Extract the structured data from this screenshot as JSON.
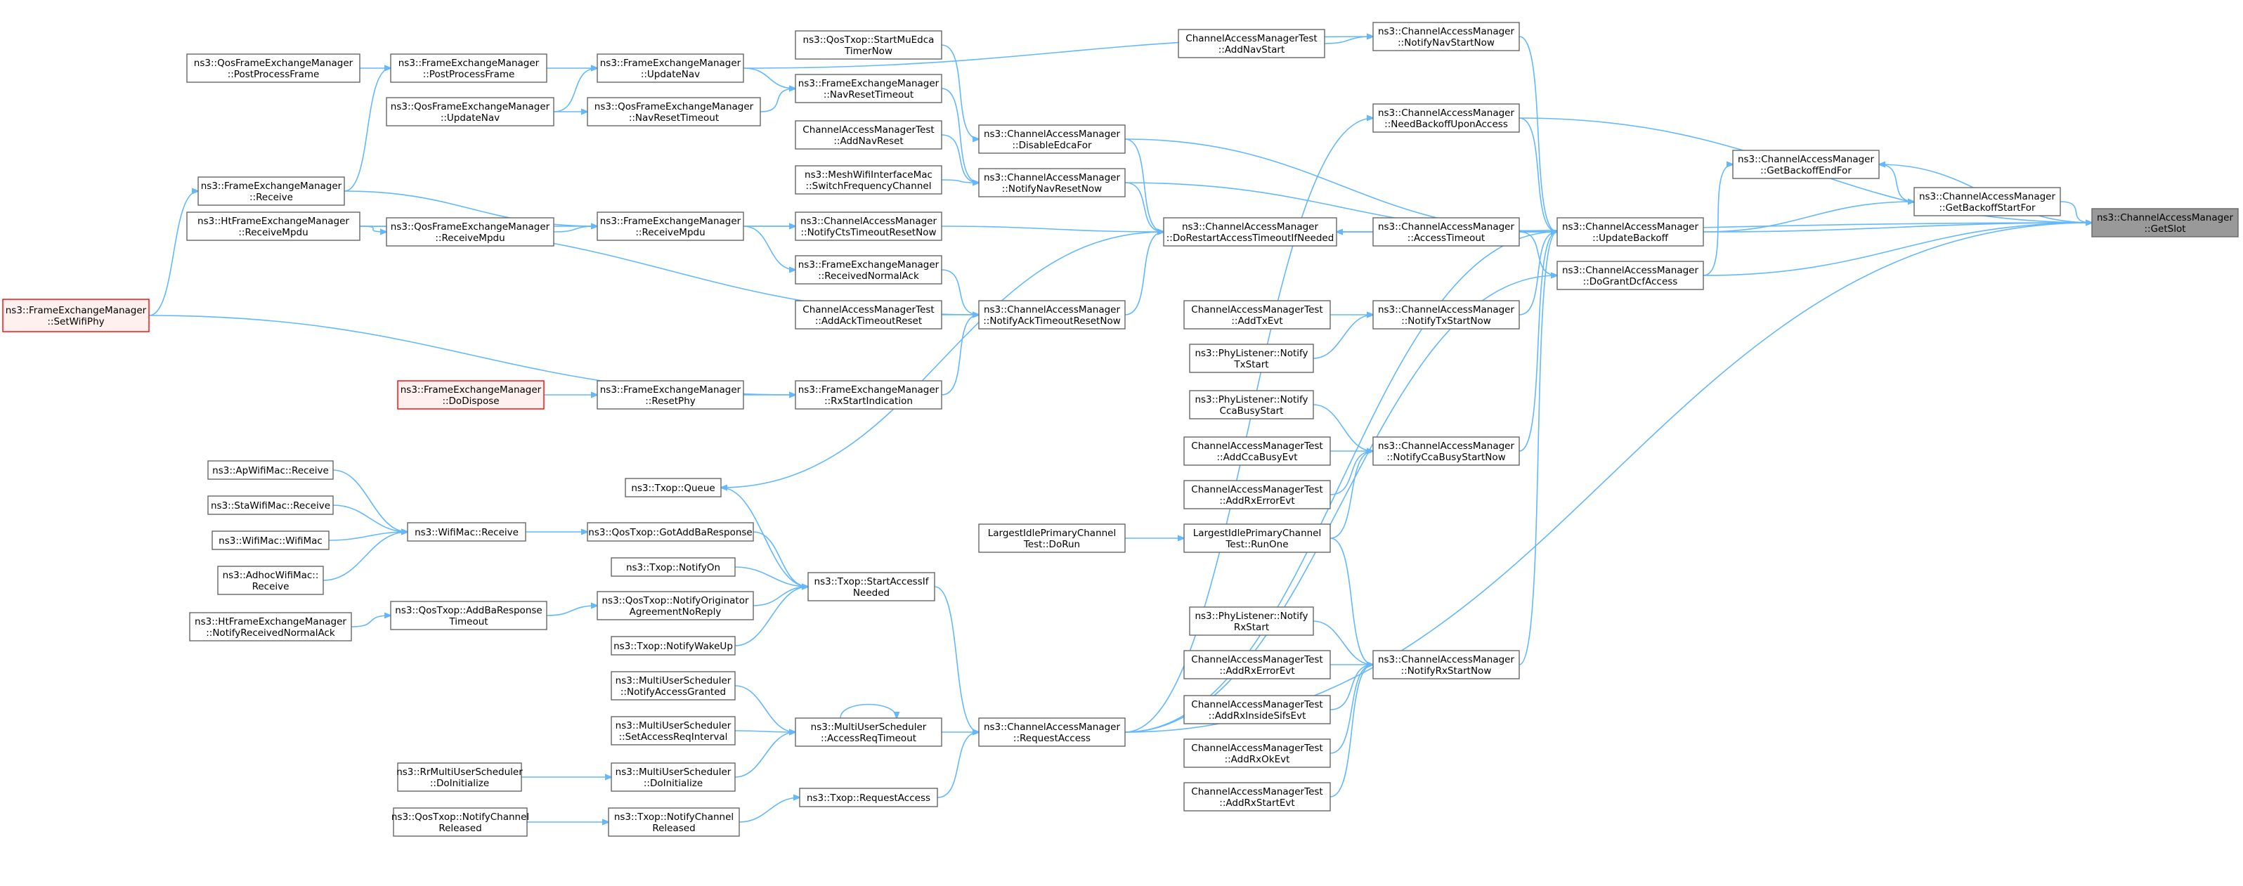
{
  "colors": {
    "edge": "#63b8ff",
    "node_border": "#666666",
    "root_fill": "#999999",
    "highlight_border": "#ff0000",
    "highlight_fill": "#fff0f0"
  },
  "nodes": {
    "n_getslot": [
      "ns3::ChannelAccessManager",
      "::GetSlot"
    ],
    "n_getbackoffstartfor": [
      "ns3::ChannelAccessManager",
      "::GetBackoffStartFor"
    ],
    "n_getbackoffendfor": [
      "ns3::ChannelAccessManager",
      "::GetBackoffEndFor"
    ],
    "n_updatebackoff": [
      "ns3::ChannelAccessManager",
      "::UpdateBackoff"
    ],
    "n_dograntdcfaccess": [
      "ns3::ChannelAccessManager",
      "::DoGrantDcfAccess"
    ],
    "n_notifynavstartnow": [
      "ns3::ChannelAccessManager",
      "::NotifyNavStartNow"
    ],
    "n_test_addnavstart": [
      "ChannelAccessManagerTest",
      "::AddNavStart"
    ],
    "n_needbackoffuponaccess": [
      "ns3::ChannelAccessManager",
      "::NeedBackoffUponAccess"
    ],
    "n_accesstimeout": [
      "ns3::ChannelAccessManager",
      "::AccessTimeout"
    ],
    "n_dorestart": [
      "ns3::ChannelAccessManager",
      "::DoRestartAccessTimeoutIfNeeded"
    ],
    "n_disableedcafor": [
      "ns3::ChannelAccessManager",
      "::DisableEdcaFor"
    ],
    "n_notifynavresetnow": [
      "ns3::ChannelAccessManager",
      "::NotifyNavResetNow"
    ],
    "n_notifyctstimeoutresetnow": [
      "ns3::ChannelAccessManager",
      "::NotifyCtsTimeoutResetNow"
    ],
    "n_notifyacktimeoutresetnow": [
      "ns3::ChannelAccessManager",
      "::NotifyAckTimeoutResetNow"
    ],
    "n_notifytxstartnow": [
      "ns3::ChannelAccessManager",
      "::NotifyTxStartNow"
    ],
    "n_notifyccabusystartnow": [
      "ns3::ChannelAccessManager",
      "::NotifyCcaBusyStartNow"
    ],
    "n_notifyrxstartnow": [
      "ns3::ChannelAccessManager",
      "::NotifyRxStartNow"
    ],
    "n_requestaccess": [
      "ns3::ChannelAccessManager",
      "::RequestAccess"
    ],
    "n_qostxop_startmuedcatimernow": [
      "ns3::QosTxop::StartMuEdca",
      "TimerNow"
    ],
    "n_fem_navresettimeout": [
      "ns3::FrameExchangeManager",
      "::NavResetTimeout"
    ],
    "n_test_addnavreset": [
      "ChannelAccessManagerTest",
      "::AddNavReset"
    ],
    "n_mesh_switchfrequencychannel": [
      "ns3::MeshWifiInterfaceMac",
      "::SwitchFrequencyChannel"
    ],
    "n_fem_receivednormalack": [
      "ns3::FrameExchangeManager",
      "::ReceivedNormalAck"
    ],
    "n_test_addacktimeoutreset": [
      "ChannelAccessManagerTest",
      "::AddAckTimeoutReset"
    ],
    "n_fem_rxstartindication": [
      "ns3::FrameExchangeManager",
      "::RxStartIndication"
    ],
    "n_fem_updatenav": [
      "ns3::FrameExchangeManager",
      "::UpdateNav"
    ],
    "n_qosfem_navresettimeout": [
      "ns3::QosFrameExchangeManager",
      "::NavResetTimeout"
    ],
    "n_fem_postprocessframe": [
      "ns3::FrameExchangeManager",
      "::PostProcessFrame"
    ],
    "n_qosfem_postprocessframe": [
      "ns3::QosFrameExchangeManager",
      "::PostProcessFrame"
    ],
    "n_qosfem_updatenav": [
      "ns3::QosFrameExchangeManager",
      "::UpdateNav"
    ],
    "n_fem_receive": [
      "ns3::FrameExchangeManager",
      "::Receive"
    ],
    "n_fem_receivempdu": [
      "ns3::FrameExchangeManager",
      "::ReceiveMpdu"
    ],
    "n_qosfem_receivempdu": [
      "ns3::QosFrameExchangeManager",
      "::ReceiveMpdu"
    ],
    "n_htfem_receivempdu": [
      "ns3::HtFrameExchangeManager",
      "::ReceiveMpdu"
    ],
    "n_fem_setwifiphy": [
      "ns3::FrameExchangeManager",
      "::SetWifiPhy"
    ],
    "n_fem_dodispose": [
      "ns3::FrameExchangeManager",
      "::DoDispose"
    ],
    "n_fem_resetphy": [
      "ns3::FrameExchangeManager",
      "::ResetPhy"
    ],
    "n_txop_queue": [
      "ns3::Txop::Queue"
    ],
    "n_wifimac_receive": [
      "ns3::WifiMac::Receive"
    ],
    "n_apwifimac_receive": [
      "ns3::ApWifiMac::Receive"
    ],
    "n_stawifimac_receive": [
      "ns3::StaWifiMac::Receive"
    ],
    "n_wifimac_wifimac": [
      "ns3::WifiMac::WifiMac"
    ],
    "n_adhocwifimac_receive": [
      "ns3::AdhocWifiMac::",
      "Receive"
    ],
    "n_qostxop_gotaddbaresponse": [
      "ns3::QosTxop::GotAddBaResponse"
    ],
    "n_txop_notifyon": [
      "ns3::Txop::NotifyOn"
    ],
    "n_qostxop_notifyoriginatoragreementnoreply": [
      "ns3::QosTxop::NotifyOriginator",
      "AgreementNoReply"
    ],
    "n_qostxop_addbaresponsetimeout": [
      "ns3::QosTxop::AddBaResponse",
      "Timeout"
    ],
    "n_htfem_notifyreceivednormalack": [
      "ns3::HtFrameExchangeManager",
      "::NotifyReceivedNormalAck"
    ],
    "n_txop_notifywakeup": [
      "ns3::Txop::NotifyWakeUp"
    ],
    "n_txop_startaccessifneeded": [
      "ns3::Txop::StartAccessIf",
      "Needed"
    ],
    "n_mus_notifyaccessgranted": [
      "ns3::MultiUserScheduler",
      "::NotifyAccessGranted"
    ],
    "n_mus_setaccessreqinterval": [
      "ns3::MultiUserScheduler",
      "::SetAccessReqInterval"
    ],
    "n_mus_accessreqtimeout": [
      "ns3::MultiUserScheduler",
      "::AccessReqTimeout"
    ],
    "n_mus_doinitialize": [
      "ns3::MultiUserScheduler",
      "::DoInitialize"
    ],
    "n_rrmus_doinitialize": [
      "ns3::RrMultiUserScheduler",
      "::DoInitialize"
    ],
    "n_txop_requestaccess": [
      "ns3::Txop::RequestAccess"
    ],
    "n_txop_notifychannelreleased": [
      "ns3::Txop::NotifyChannel",
      "Released"
    ],
    "n_qostxop_notifychannelreleased": [
      "ns3::QosTxop::NotifyChannel",
      "Released"
    ],
    "n_largest_dorun": [
      "LargestIdlePrimaryChannel",
      "Test::DoRun"
    ],
    "n_largest_runone": [
      "LargestIdlePrimaryChannel",
      "Test::RunOne"
    ],
    "n_test_addtxevt": [
      "ChannelAccessManagerTest",
      "::AddTxEvt"
    ],
    "n_phylistener_notifytxstart": [
      "ns3::PhyListener::Notify",
      "TxStart"
    ],
    "n_phylistener_notifyccabusystart": [
      "ns3::PhyListener::Notify",
      "CcaBusyStart"
    ],
    "n_test_addccabusyevt": [
      "ChannelAccessManagerTest",
      "::AddCcaBusyEvt"
    ],
    "n_test_addrxerrorevt_1": [
      "ChannelAccessManagerTest",
      "::AddRxErrorEvt"
    ],
    "n_phylistener_notifyrxstart": [
      "ns3::PhyListener::Notify",
      "RxStart"
    ],
    "n_test_addrxerrorevt_2": [
      "ChannelAccessManagerTest",
      "::AddRxErrorEvt"
    ],
    "n_test_addrxinsidesifsevt": [
      "ChannelAccessManagerTest",
      "::AddRxInsideSifsEvt"
    ],
    "n_test_addrxokevt": [
      "ChannelAccessManagerTest",
      "::AddRxOkEvt"
    ],
    "n_test_addrxstartevt": [
      "ChannelAccessManagerTest",
      "::AddRxStartEvt"
    ]
  }
}
